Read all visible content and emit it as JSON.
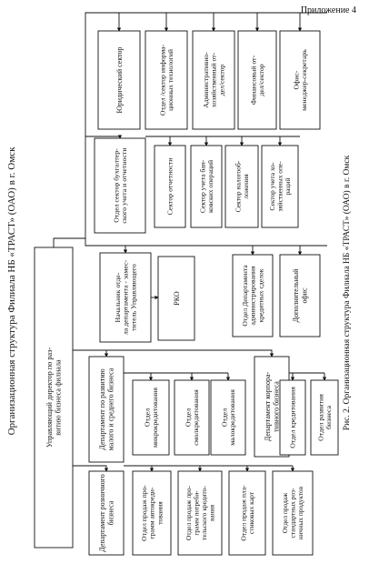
{
  "appendix": "Приложение 4",
  "title": "Организационная структура Филиала НБ «ТРАСТ» (ОАО) в г. Омск",
  "caption": "Рис. 2.  Организационная структура Филиала НБ «ТРАСТ» (ОАО) в г. Омск",
  "nodes": {
    "director": [
      "Управляющий директор по раз-",
      "витию бизнеса филиала"
    ],
    "retail_dept": [
      "Департамент розничного",
      "бизнеса"
    ],
    "retail_1": [
      "Отдел продаж про-",
      "грамм автокреди-",
      "тования"
    ],
    "retail_2": [
      "Отдел продаж про-",
      "грамм потреби-",
      "тельского кредито-",
      "вания"
    ],
    "retail_3": [
      "Отдел продаж пла-",
      "стиковых карт"
    ],
    "retail_4": [
      "Отдел продаж",
      "стандартных роз-",
      "ничных продуктов"
    ],
    "smb_dept": [
      "Департамент по развитию",
      "малого и среднего бизнеса"
    ],
    "smb_1": [
      "Отдел",
      "микрокредитования"
    ],
    "smb_2": [
      "Отдел",
      "смолкредитования"
    ],
    "smb_3": [
      "Отдел",
      "малокредитования"
    ],
    "corp_dept": [
      "Департамент корпора-",
      "тивного бизнеса"
    ],
    "corp_1": [
      "Отдел кредитования"
    ],
    "corp_2": [
      "Отдел развития",
      "бизнеса"
    ],
    "deputy": [
      "Начальник отде-",
      "ла департамента - замес-",
      "титель Управляющего"
    ],
    "rko": [
      "РКО"
    ],
    "credit_admin": [
      "Отдел Департамента",
      "администрирования",
      "кредитных сделок"
    ],
    "extra_office": [
      "Дополнительный",
      "офис"
    ],
    "accounting": [
      "Отдел сектор бухгалтер-",
      "ского учета и отчетности"
    ],
    "acc_1": [
      "Сектор отчетности"
    ],
    "acc_2": [
      "Сектор учета бан-",
      "ковских операций"
    ],
    "acc_3": [
      "Сектор налогооб-",
      "ложения"
    ],
    "acc_4": [
      "Сектор учета хо-",
      "зяйственных опе-",
      "раций"
    ],
    "legal": [
      "Юридический сектор"
    ],
    "it": [
      "Отдел /сектор информа-",
      "ционных технологий"
    ],
    "admin": [
      "Административно-",
      "хозяйственный от-",
      "дел/сектор"
    ],
    "finance": [
      "Финансовый от-",
      "дел/сектор"
    ],
    "office_manager": [
      "Офис-",
      "менеджер-секретарь"
    ]
  }
}
